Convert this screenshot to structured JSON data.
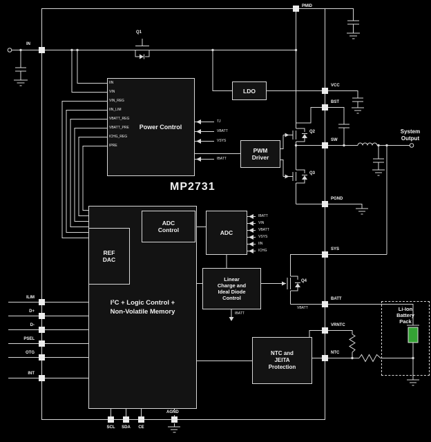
{
  "chip": {
    "title": "MP2731"
  },
  "blocks": {
    "power_control": "Power Control",
    "ldo": "LDO",
    "pwm_driver": "PWM\nDriver",
    "adc_control": "ADC\nControl",
    "adc": "ADC",
    "ref_dac": "REF\nDAC",
    "logic": "I²C + Logic Control +\nNon-Volatile Memory",
    "linear_charge": "Linear\nCharge and\nIdeal Diode\nControl",
    "ntc_jeita": "NTC and\nJEITA\nProtection",
    "battery_pack": "Li-Ion\nBattery\nPack"
  },
  "pins": {
    "pmid": "PMID",
    "in": "IN",
    "left": [
      "ILIM",
      "D+",
      "D-",
      "PSEL",
      "OTG",
      "INT"
    ],
    "right": [
      "VCC",
      "BST",
      "SW",
      "PGND",
      "SYS",
      "BATT",
      "VRNTC",
      "NTC"
    ],
    "bottom": [
      "SCL",
      "SDA",
      "CE"
    ],
    "agnd": "AGND"
  },
  "signals": {
    "pc_inputs": [
      "IIN",
      "VIN",
      "VIN_REG",
      "IIN_LIM",
      "VBATT_REG",
      "VBATT_PRE",
      "ICHG_REG",
      "IPRE"
    ],
    "pc_senses": [
      "TJ",
      "VBATT",
      "VSYS",
      "IBATT"
    ],
    "adc_inputs": [
      "IBATT",
      "VIN",
      "VBATT",
      "VSYS",
      "IIN",
      "ICHG"
    ],
    "vbatt": "VBATT",
    "ibatt": "IBATT"
  },
  "transistors": {
    "q1": "Q1",
    "q2": "Q2",
    "q3": "Q3",
    "q4": "Q4"
  },
  "annotations": {
    "system_output": "System\nOutput"
  },
  "colors": {
    "line": "#d9d9d9",
    "battery_cell": "#34a334",
    "background": "#000000"
  }
}
